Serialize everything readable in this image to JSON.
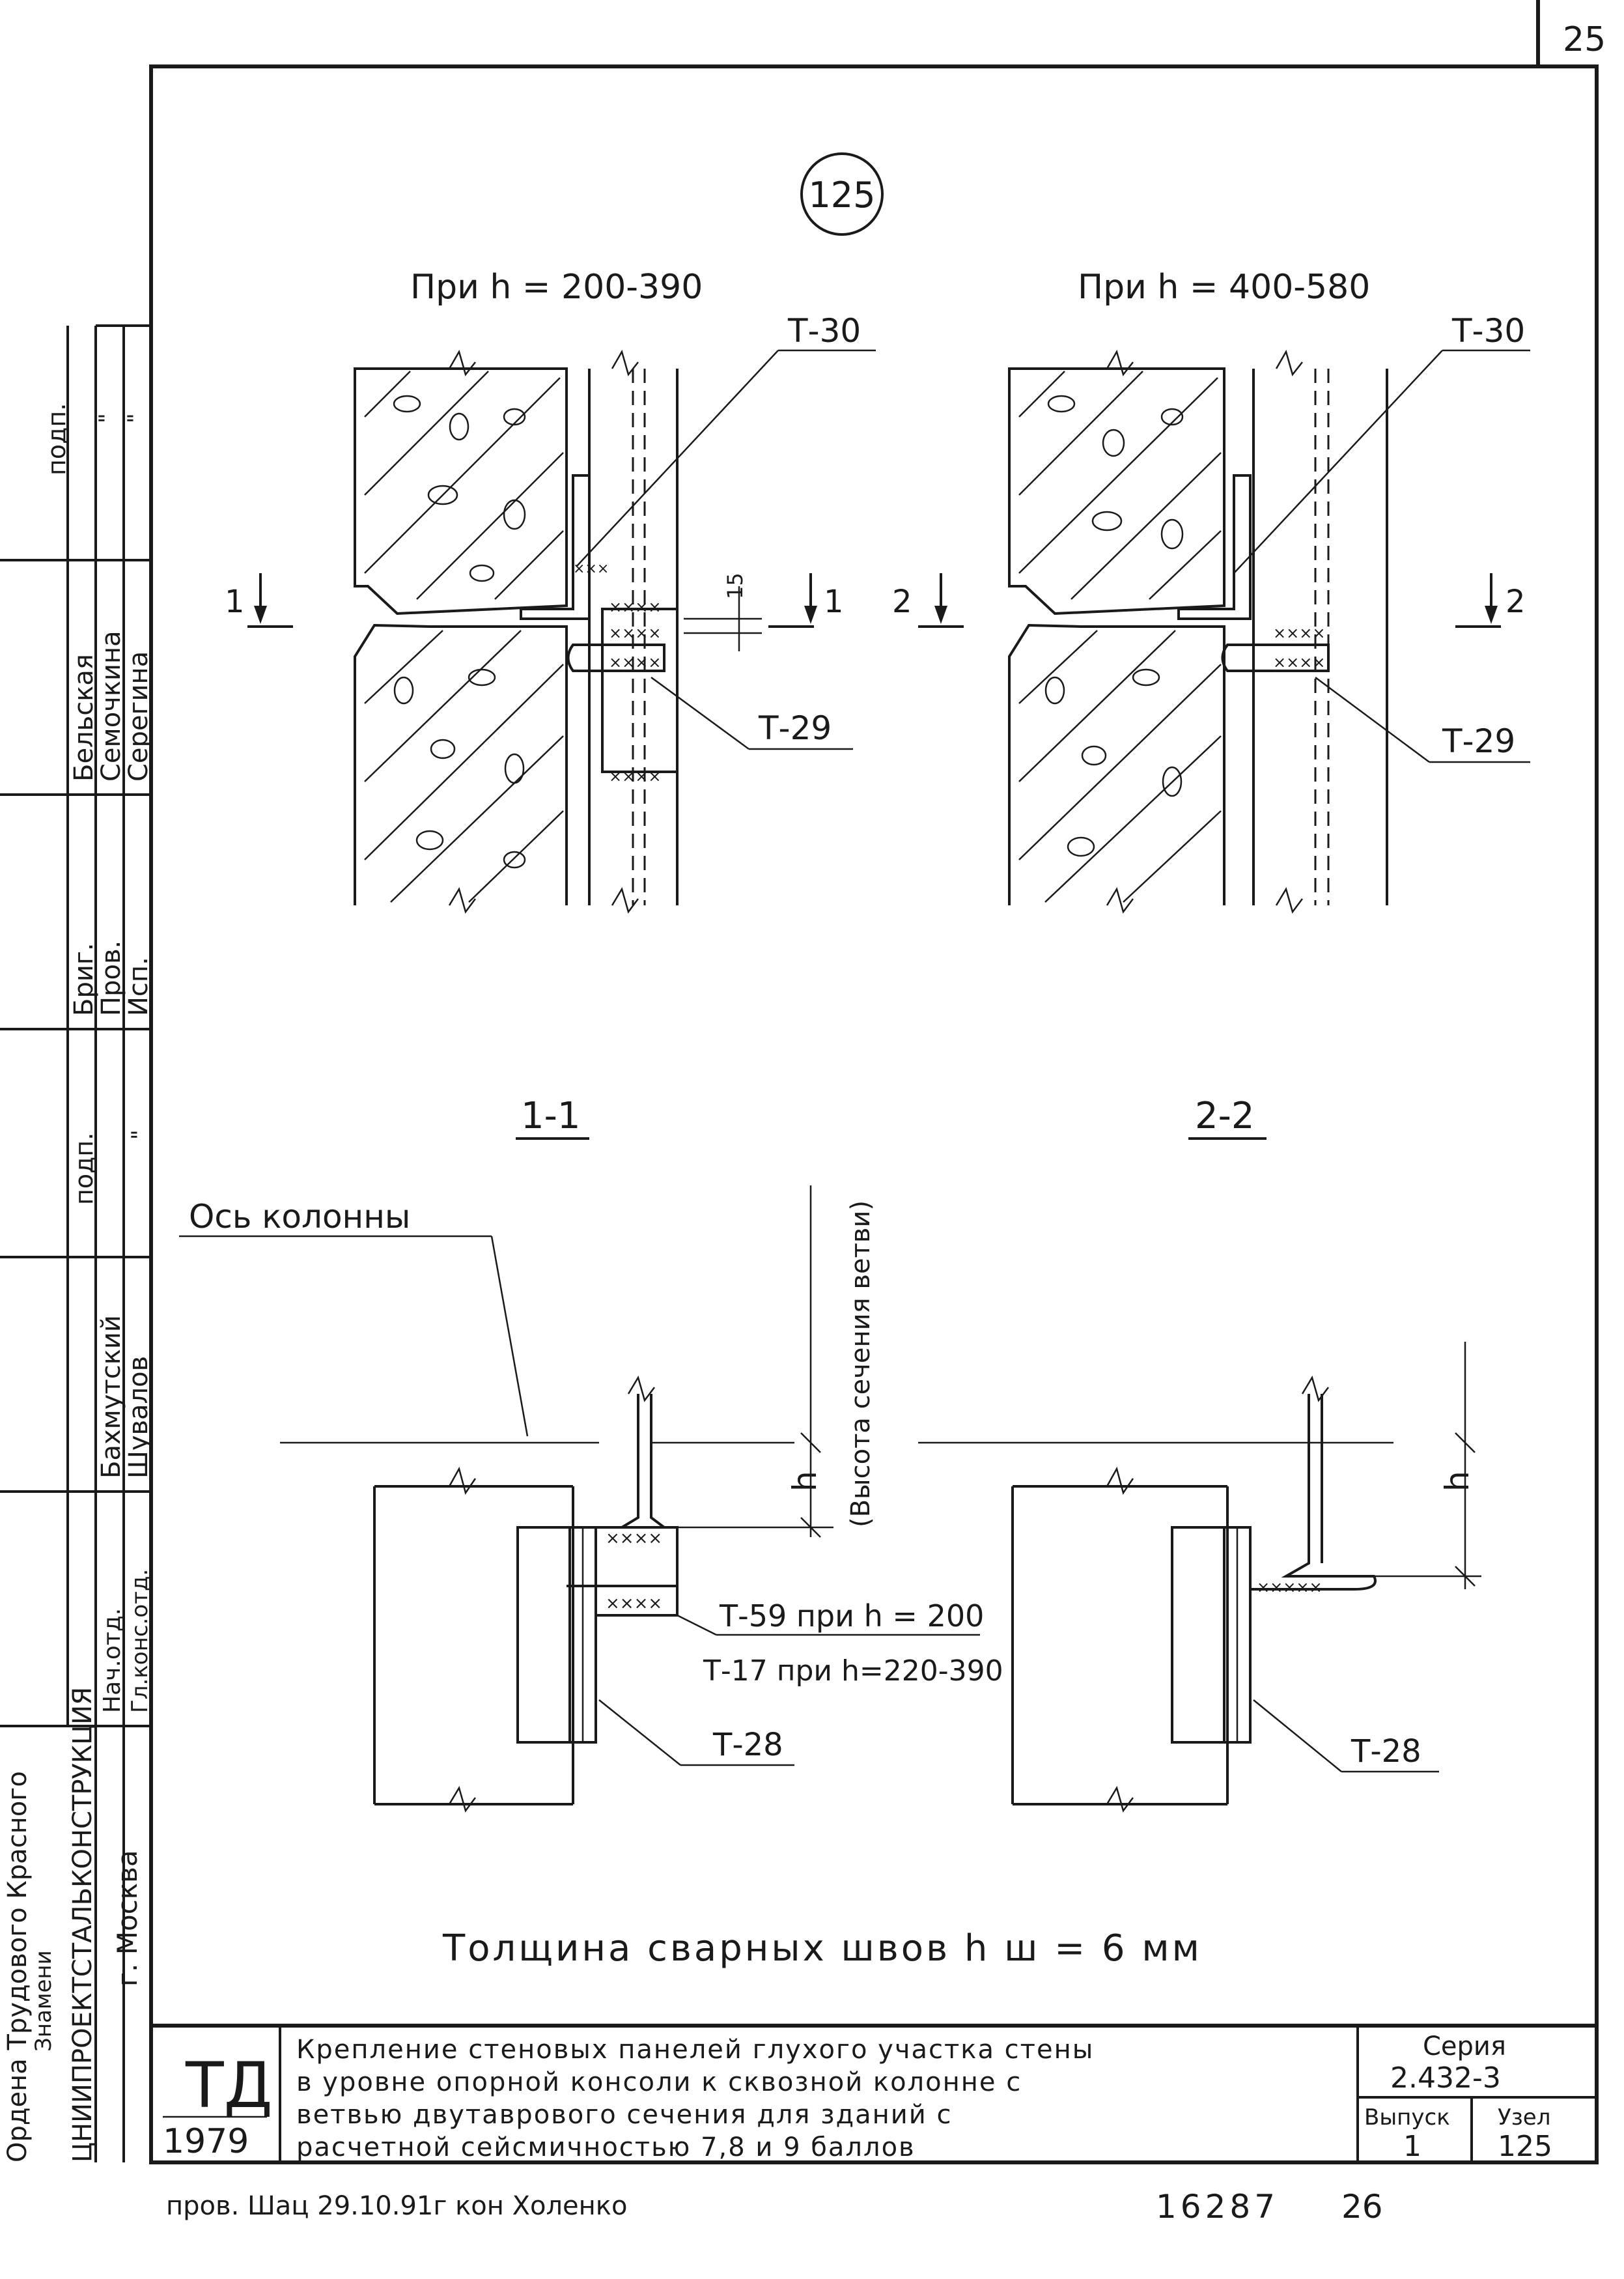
{
  "page_number": "25",
  "node_number": "125",
  "views": {
    "left_caption": "При h = 200-390",
    "right_caption": "При h = 400-580",
    "left_t30": "Т-30",
    "right_t30": "Т-30",
    "left_t29": "Т-29",
    "right_t29": "Т-29",
    "dim_15": "15",
    "section1_mark": "1",
    "section2_mark": "2"
  },
  "sections": {
    "s11_title": "1-1",
    "s22_title": "2-2",
    "axis_label": "Ось колонны",
    "height_note": "(Высота сечения ветви)",
    "h_label": "h",
    "t59_note": "Т-59 при h = 200",
    "t17_note": "Т-17 при h=220-390",
    "left_t28": "Т-28",
    "right_t28": "Т-28"
  },
  "weld_note": "Толщина сварных швов h ш = 6 мм",
  "left_strip": {
    "roles": [
      "подп.",
      "подп."
    ],
    "quotes": [
      "\"",
      "\"",
      "\""
    ],
    "row1": [
      "Бригадир",
      "Пров.",
      "Исп."
    ],
    "row1_short": [
      "Бриг.",
      "Пров.",
      "Исп."
    ],
    "names1": [
      "Бельская",
      "Семочкина",
      "Серегина"
    ],
    "row2": [
      "Нач.отд.",
      "Гл.конс.отд."
    ],
    "names2": [
      "Бахмутский",
      "Шувалов"
    ],
    "org_line1": "Ордена Трудового Красного",
    "org_line2": "Знамени",
    "org_line3": "ЦНИИПРОЕКТСТАЛЬКОНСТРУКЦИЯ",
    "org_line4": "г. Москва"
  },
  "title_block": {
    "logo": "ТД",
    "year": "1979",
    "title_lines": [
      "Крепление стеновых панелей глухого участка стены",
      "в уровне опорной консоли к сквозной колонне с",
      "ветвью двутаврового сечения для зданий с",
      "расчетной сейсмичностью 7,8 и 9 баллов"
    ],
    "series_label": "Серия",
    "series_value": "2.432-3",
    "issue_label": "Выпуск",
    "issue_value": "1",
    "node_label": "Узел",
    "node_value": "125"
  },
  "footer": {
    "check_note": "пров. Шац 29.10.91г  кон Холенко",
    "code": "16287",
    "sheet": "26"
  }
}
